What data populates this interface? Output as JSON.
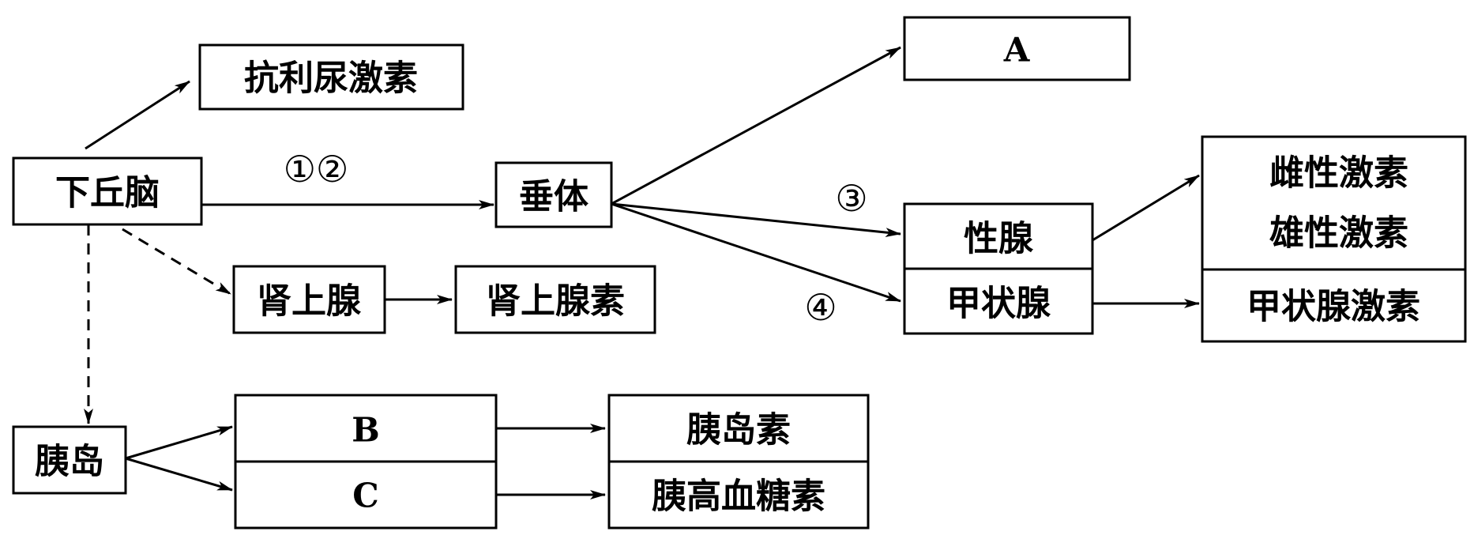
{
  "colors": {
    "stroke": "#000000",
    "background": "#ffffff"
  },
  "nodes": {
    "hypothalamus": "下丘脑",
    "adh": "抗利尿激素",
    "pituitary": "垂体",
    "a": "A",
    "gonad": "性腺",
    "thyroid": "甲状腺",
    "female_hormone": "雌性激素",
    "male_hormone": "雄性激素",
    "thyroid_hormone": "甲状腺激素",
    "adrenal": "肾上腺",
    "adrenaline": "肾上腺素",
    "islet": "胰岛",
    "b": "B",
    "c": "C",
    "insulin": "胰岛素",
    "glucagon": "胰高血糖素"
  },
  "markers": {
    "m12": "①②",
    "m3": "③",
    "m4": "④"
  }
}
